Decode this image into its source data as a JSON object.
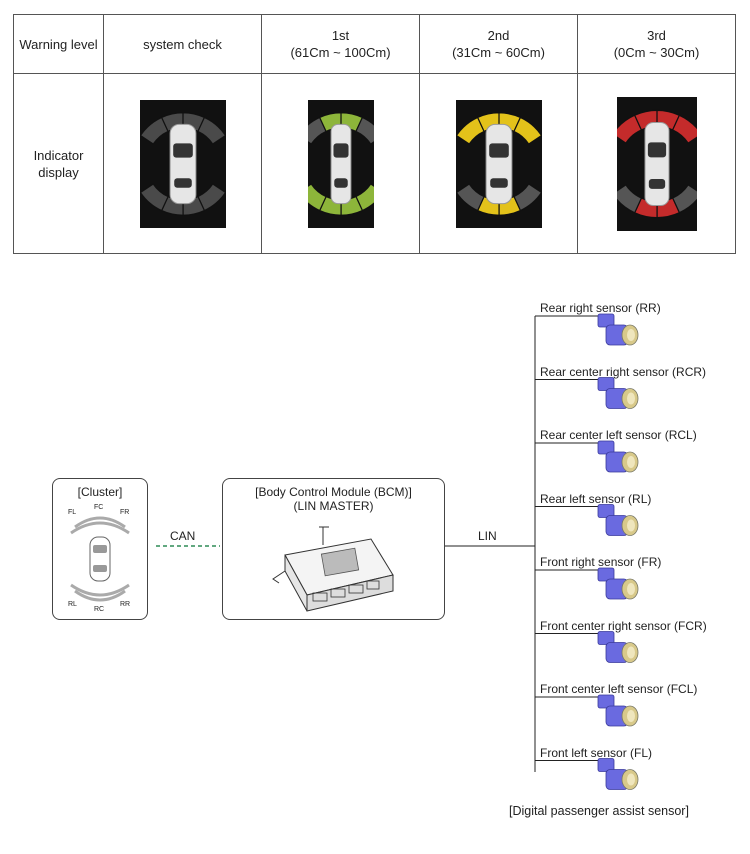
{
  "table": {
    "header_label": "Warning level",
    "row_label_line1": "Indicator",
    "row_label_line2": "display",
    "levels": [
      {
        "title": "system check",
        "range": "",
        "arc_color": "#555555"
      },
      {
        "title": "1st",
        "range": "(61Cm ~ 100Cm)",
        "arc_color": "#8db53a"
      },
      {
        "title": "2nd",
        "range": "(31Cm ~ 60Cm)",
        "arc_color": "#e3c21a"
      },
      {
        "title": "3rd",
        "range": "(0Cm ~ 30Cm)",
        "arc_color": "#c42b2b"
      }
    ]
  },
  "diagram": {
    "cluster": {
      "title": "[Cluster]",
      "labels": {
        "fl": "FL",
        "fc": "FC",
        "fr": "FR",
        "rl": "RL",
        "rc": "RC",
        "rr": "RR"
      }
    },
    "can_label": "CAN",
    "bcm": {
      "title_line1": "[Body Control Module (BCM)]",
      "title_line2": "(LIN MASTER)"
    },
    "lin_label": "LIN",
    "sensors": [
      "Rear right sensor (RR)",
      "Rear center right sensor (RCR)",
      "Rear center left sensor (RCL)",
      "Rear left sensor (RL)",
      "Front right sensor (FR)",
      "Front center right sensor (FCR)",
      "Front center left sensor (FCL)",
      "Front left sensor (FL)"
    ],
    "caption": "[Digital passenger assist sensor]",
    "colors": {
      "can_line": "#2e8b57",
      "sensor_body": "#6a6ae0",
      "sensor_tip": "#d8c98a"
    }
  }
}
